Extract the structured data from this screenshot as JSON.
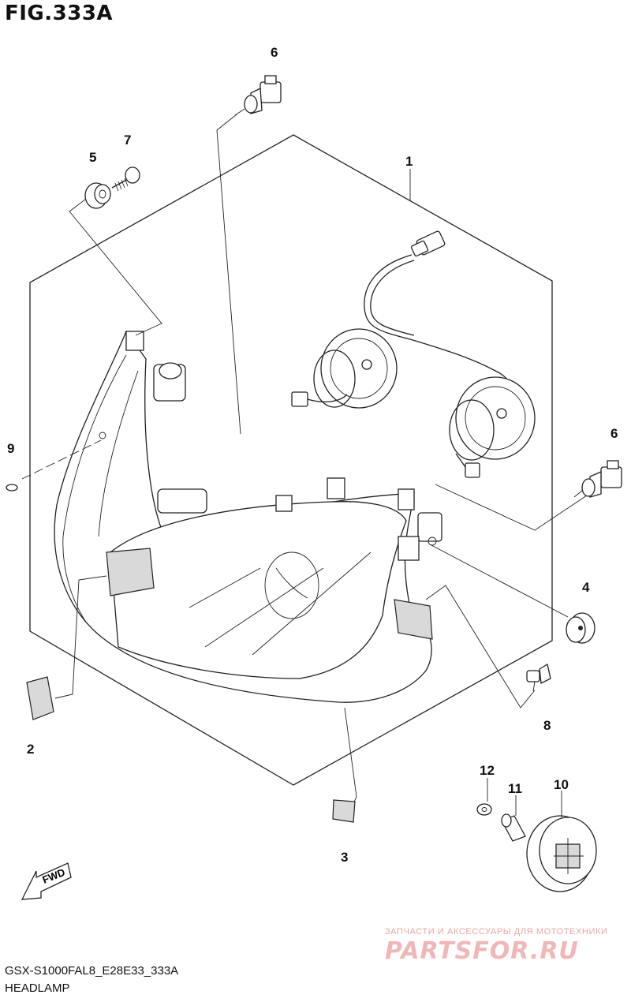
{
  "figure": {
    "title": "FIG.333A"
  },
  "model_code": "GSX-S1000FAL8_E28E33_333A",
  "section_name": "HEADLAMP",
  "fwd_label": "FWD",
  "watermark": {
    "subtitle": "ЗАПЧАСТИ И АКСЕССУАРЫ ДЛЯ МОТОТЕХНИКИ",
    "brand": "PARTSFOR.RU"
  },
  "callouts": {
    "n1": "1",
    "n2": "2",
    "n3": "3",
    "n4": "4",
    "n5": "5",
    "n6a": "6",
    "n6b": "6",
    "n7": "7",
    "n8": "8",
    "n9": "9",
    "n10": "10",
    "n11": "11",
    "n12": "12"
  }
}
